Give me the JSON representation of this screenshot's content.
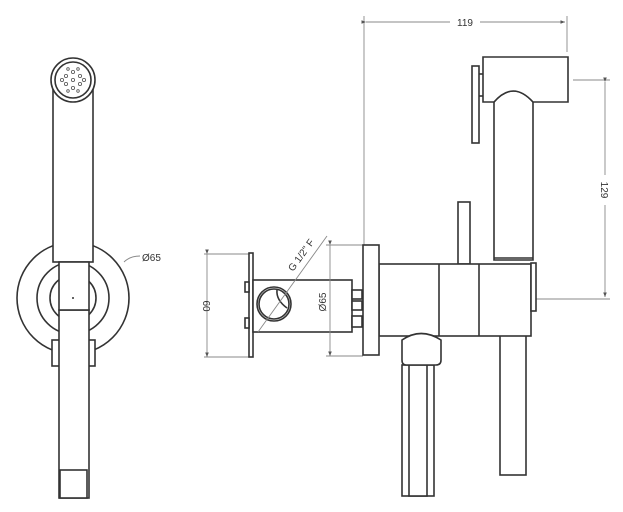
{
  "drawing": {
    "front_view": {
      "diameter_label": "Ø65"
    },
    "section_view": {
      "height_label": "60",
      "diameter_label": "Ø65",
      "thread_label": "G 1/2\" F"
    },
    "side_view": {
      "width_label": "119",
      "height_label": "129"
    }
  }
}
